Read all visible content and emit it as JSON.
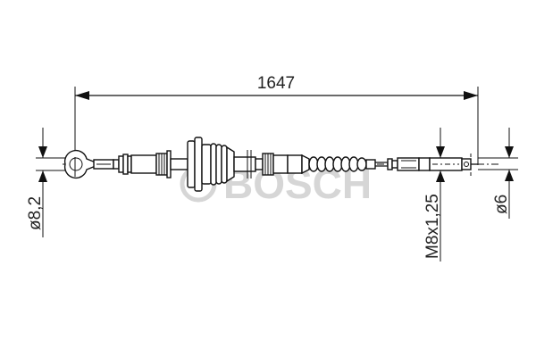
{
  "diagram": {
    "type": "technical-drawing",
    "subject": "brake cable",
    "watermark": "BOSCH",
    "dimensions": {
      "overall_length": "1647",
      "left_eye_diameter": "ø8,2",
      "thread": "M8x1,25",
      "right_cable_diameter": "ø6"
    },
    "colors": {
      "line": "#111111",
      "watermark": "#d6d6d6",
      "background": "#ffffff"
    }
  }
}
